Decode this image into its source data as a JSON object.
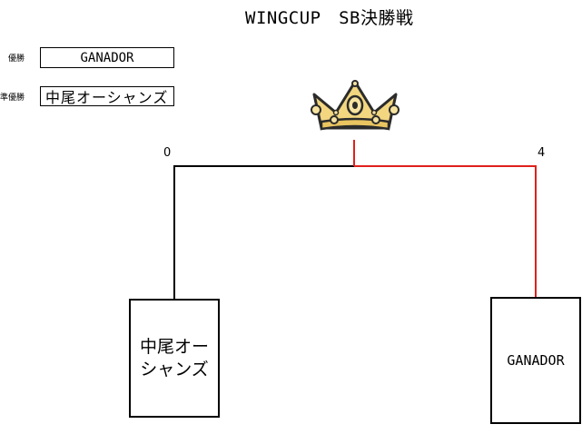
{
  "title": "WINGCUP　SB決勝戦",
  "results": {
    "winner_label": "優勝",
    "winner_value": "GANADOR",
    "runnerup_label": "準優勝",
    "runnerup_value": "中尾オーシャンズ"
  },
  "match": {
    "left_team": "中尾オーシャンズ",
    "left_score": "0",
    "right_team": "GANADOR",
    "right_score": "4",
    "winner_side": "right"
  },
  "colors": {
    "winner_line": "#e0201c",
    "loser_line": "#000000",
    "crown_gold": "#f2d680",
    "crown_outline": "#2b2b2b"
  },
  "icons": {
    "trophy": "crown-icon"
  }
}
